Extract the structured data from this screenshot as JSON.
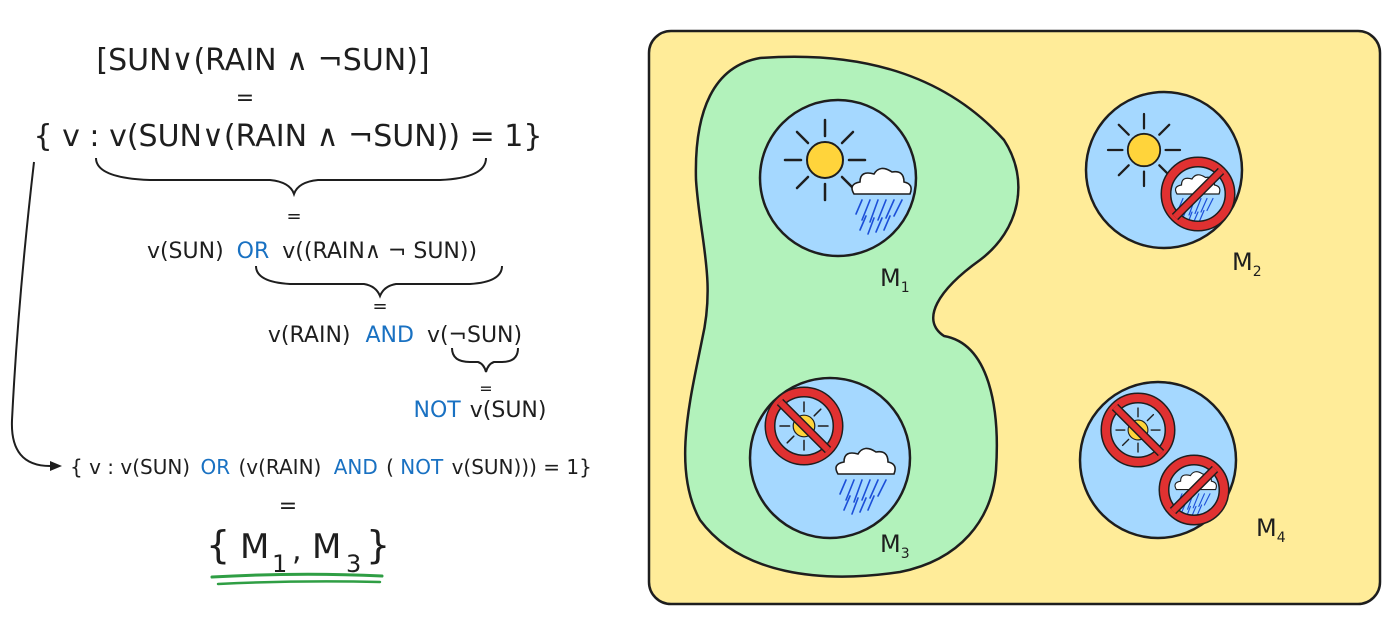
{
  "derivation": {
    "line1": "[SUN∨(RAIN ∧ ¬SUN)]",
    "eq1": "=",
    "line2": "{ v : v(SUN∨(RAIN ∧ ¬SUN)) = 1}",
    "eq2": "=",
    "line3": {
      "a": "v(SUN)",
      "or": "OR",
      "b": "v((RAIN∧ ¬ SUN))"
    },
    "eq3": "=",
    "line4": {
      "a": "v(RAIN)",
      "and": "AND",
      "b": "v(¬SUN)"
    },
    "eq4": "=",
    "line5": {
      "not": "NOT",
      "b": "v(SUN)"
    },
    "line6": {
      "p1": "{ v : v(SUN)",
      "or": "OR",
      "p2": "(v(RAIN)",
      "and": "AND",
      "p3": "(",
      "not": "NOT",
      "p4": "v(SUN))) = 1}"
    },
    "eq5": "=",
    "result": {
      "open": "{",
      "m1": "M",
      "s1": "1",
      "comma": ",",
      "m3": "M",
      "s3": "3",
      "close": "}"
    }
  },
  "models": [
    {
      "letter": "M",
      "sub": "1"
    },
    {
      "letter": "M",
      "sub": "2"
    },
    {
      "letter": "M",
      "sub": "3"
    },
    {
      "letter": "M",
      "sub": "4"
    }
  ],
  "colors": {
    "panel": "#ffec99",
    "region": "#b2f2bb",
    "world": "#a5d8ff",
    "sun": "#ffd43b",
    "ban": "#e03131",
    "keyword": "#1971c2",
    "underline": "#2f9e44",
    "stroke": "#1e1e1e"
  },
  "icons": [
    "sun-icon",
    "rain-cloud-icon",
    "prohibited-sign-icon"
  ]
}
